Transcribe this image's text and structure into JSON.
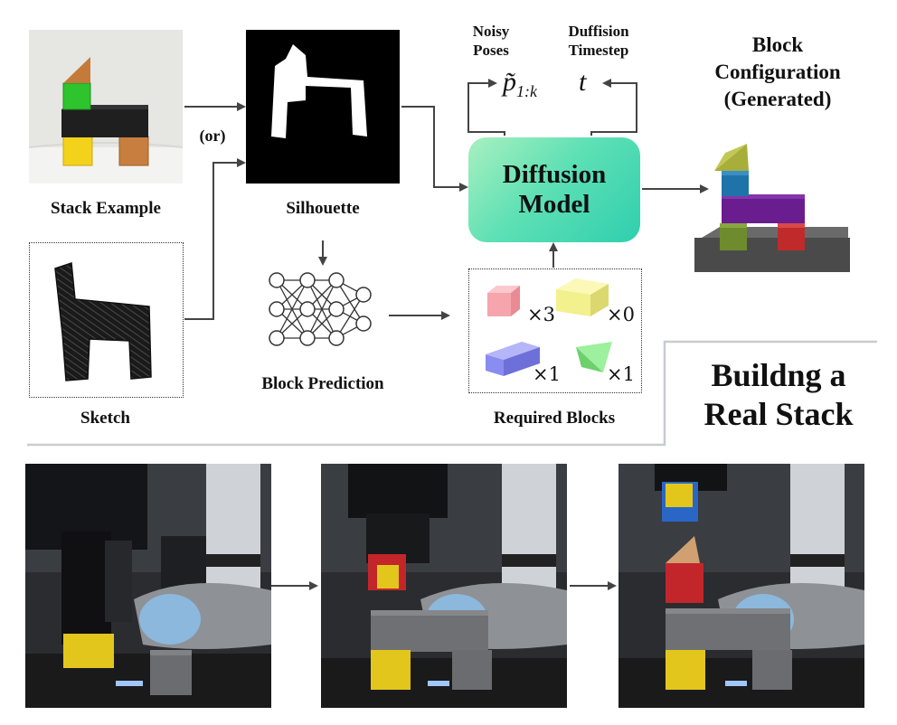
{
  "labels": {
    "stack_example": "Stack Example",
    "or": "(or)",
    "silhouette": "Silhouette",
    "sketch": "Sketch",
    "block_prediction": "Block Prediction",
    "required_blocks": "Required Blocks",
    "noisy_poses_line1": "Noisy",
    "noisy_poses_line2": "Poses",
    "noisy_poses_symbol": "p̃",
    "noisy_poses_subscript": "1:k",
    "timestep_line1": "Duffision",
    "timestep_line2": "Timestep",
    "timestep_symbol": "t",
    "diffusion_line1": "Diffusion",
    "diffusion_line2": "Model",
    "config_line1": "Block",
    "config_line2": "Configuration",
    "config_line3": "(Generated)",
    "real_stack_line1": "Buildng a",
    "real_stack_line2": "Real Stack"
  },
  "required_blocks": [
    {
      "shape": "cube",
      "color": "#f6a5ad",
      "count": "×3"
    },
    {
      "shape": "long-prism",
      "color": "#f3f08e",
      "count": "×0"
    },
    {
      "shape": "bar",
      "color": "#8a8df0",
      "count": "×1"
    },
    {
      "shape": "wedge",
      "color": "#7fe07f",
      "count": "×1"
    }
  ],
  "colors": {
    "block_olive": "#a8ae3a",
    "block_blue": "#1e73a8",
    "block_purple": "#6a1d8e",
    "block_green": "#6e8c2e",
    "block_red": "#c02a2a",
    "base_gray": "#4a4a4a"
  }
}
